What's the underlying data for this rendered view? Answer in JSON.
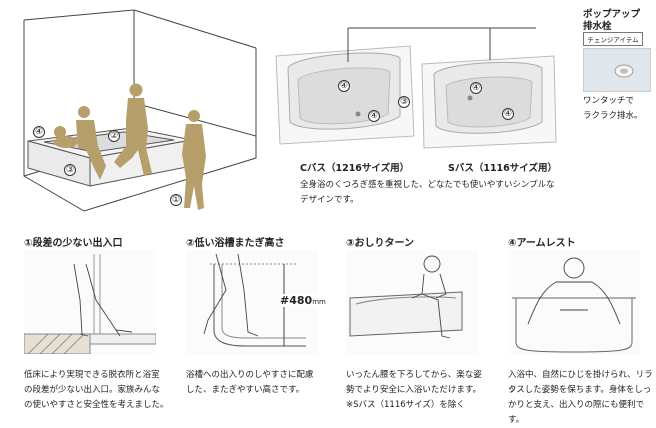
{
  "colors": {
    "figure": "#b79f6c",
    "tub": "#f4f4f4",
    "line": "#444444"
  },
  "room_markers": [
    "④",
    "③",
    "②",
    "①"
  ],
  "tub_markers": {
    "c": [
      "④",
      "④",
      "③"
    ],
    "s": [
      "④",
      "④"
    ]
  },
  "popup": {
    "title_1": "ポップアップ",
    "title_2": "排水栓",
    "badge": "チェンジアイテム",
    "desc_1": "ワンタッチで",
    "desc_2": "ラクラク排水。"
  },
  "caption_c": "Cバス（1216サイズ用）",
  "caption_s": "Sバス（1116サイズ用）",
  "description_1": "全身浴のくつろぎ感を重視した、どなたでも使いやすいシンプルな",
  "description_2": "デザインです。",
  "features": [
    {
      "title": "①段差の少ない出入口",
      "lines": [
        "低床により実現できる脱衣所と浴室",
        "の段差が少ない出入口。家族みんな",
        "の使いやすさと安全性を考えました。"
      ]
    },
    {
      "title": "②低い浴槽またぎ高さ",
      "measure": "480",
      "unit": "mm",
      "lines": [
        "浴槽への出入りのしやすさに配慮",
        "した、またぎやすい高さです。"
      ]
    },
    {
      "title_1": "③おしりターン",
      "title_2": "スペース",
      "lines": [
        "いったん腰を下ろしてから、楽な姿",
        "勢でより安全に入浴いただけます。",
        "※Sバス（1116サイズ）を除く"
      ]
    },
    {
      "title": "④アームレスト",
      "lines": [
        "入浴中、自然にひじを掛けられ、リラッ",
        "クスした姿勢を保ちます。身体をしっ",
        "かりと支え、出入りの際にも便利です。"
      ]
    }
  ]
}
